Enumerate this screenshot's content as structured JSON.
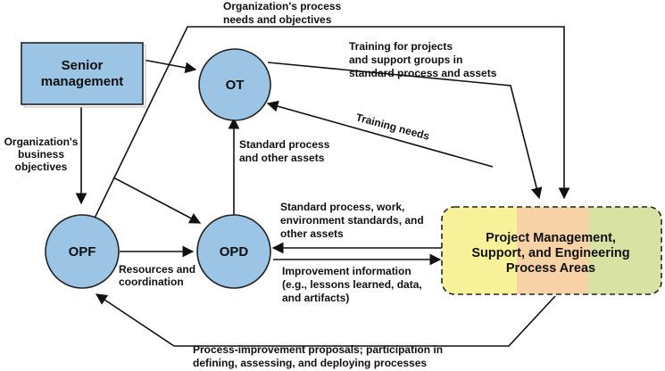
{
  "colors": {
    "node_fill": "#9cc4e4",
    "node_stroke": "#222222",
    "pm_band_1": "#f7f29a",
    "pm_band_2": "#f6d2a6",
    "pm_band_3": "#d8e2a2",
    "line": "#111111"
  },
  "nodes": {
    "senior": {
      "line1": "Senior",
      "line2": "management"
    },
    "ot": {
      "label": "OT"
    },
    "opf": {
      "label": "OPF"
    },
    "opd": {
      "label": "OPD"
    },
    "pm": {
      "line1": "Project Management,",
      "line2": "Support, and Engineering",
      "line3": "Process Areas"
    }
  },
  "edges": {
    "org_process_needs": {
      "line1": "Organization's process",
      "line2": "needs and objectives"
    },
    "training_projects": {
      "line1": "Training for projects",
      "line2": "and support groups in",
      "line3": "standard process and assets"
    },
    "training_needs": {
      "label": "Training needs"
    },
    "org_business_obj": {
      "line1": "Organization's",
      "line2": "business",
      "line3": "objectives"
    },
    "std_process_assets": {
      "line1": "Standard process",
      "line2": "and other assets"
    },
    "std_process_work": {
      "line1": "Standard process, work,",
      "line2": "environment standards, and",
      "line3": "other assets"
    },
    "resources_coord": {
      "line1": "Resources and",
      "line2": "coordination"
    },
    "improvement_info": {
      "line1": "Improvement information",
      "line2": "(e.g., lessons learned, data,",
      "line3": "and artifacts)"
    },
    "process_improvement": {
      "line1": "Process-improvement proposals; participation in",
      "line2": "defining, assessing, and deploying processes"
    }
  }
}
